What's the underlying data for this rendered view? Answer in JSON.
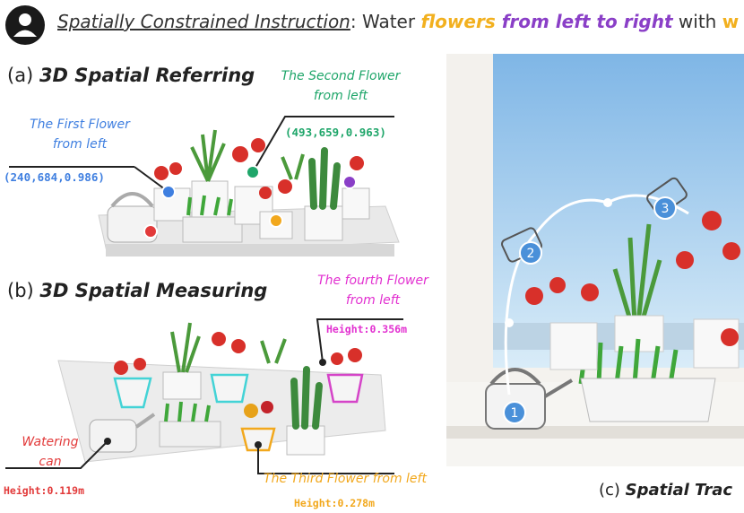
{
  "header": {
    "instruction_label": "Spatially Constrained Instruction",
    "instruction_prefix": ": Water ",
    "instruction_flowers": "flowers",
    "instruction_direction": " from left to right",
    "instruction_suffix": " with ",
    "instruction_tail": "w"
  },
  "panel_a": {
    "prefix": "(a) ",
    "title": "3D Spatial Referring",
    "first_flower_line1": "The First Flower",
    "first_flower_line2": "from left",
    "first_coord": "(240,684,0.986)",
    "second_flower_line1": "The Second Flower",
    "second_flower_line2": "from left",
    "second_coord": "(493,659,0.963)"
  },
  "panel_b": {
    "prefix": "(b) ",
    "title": "3D Spatial Measuring",
    "fourth_line1": "The fourth Flower",
    "fourth_line2": "from left",
    "fourth_height": "Height:0.356m",
    "can_line1": "Watering",
    "can_line2": "can",
    "can_height": "Height:0.119m",
    "third_label": "The Third Flower from left",
    "third_height": "Height:0.278m"
  },
  "panel_c": {
    "prefix": "(c) ",
    "title": "Spatial Trac",
    "steps": [
      "1",
      "2",
      "3"
    ]
  },
  "colors": {
    "blue": "#3f7fe0",
    "green": "#1fa66a",
    "magenta": "#e22fd0",
    "red": "#e23a3a",
    "orange": "#f2a81d",
    "purple": "#8a3fc7",
    "cyan": "#43d3d6"
  }
}
